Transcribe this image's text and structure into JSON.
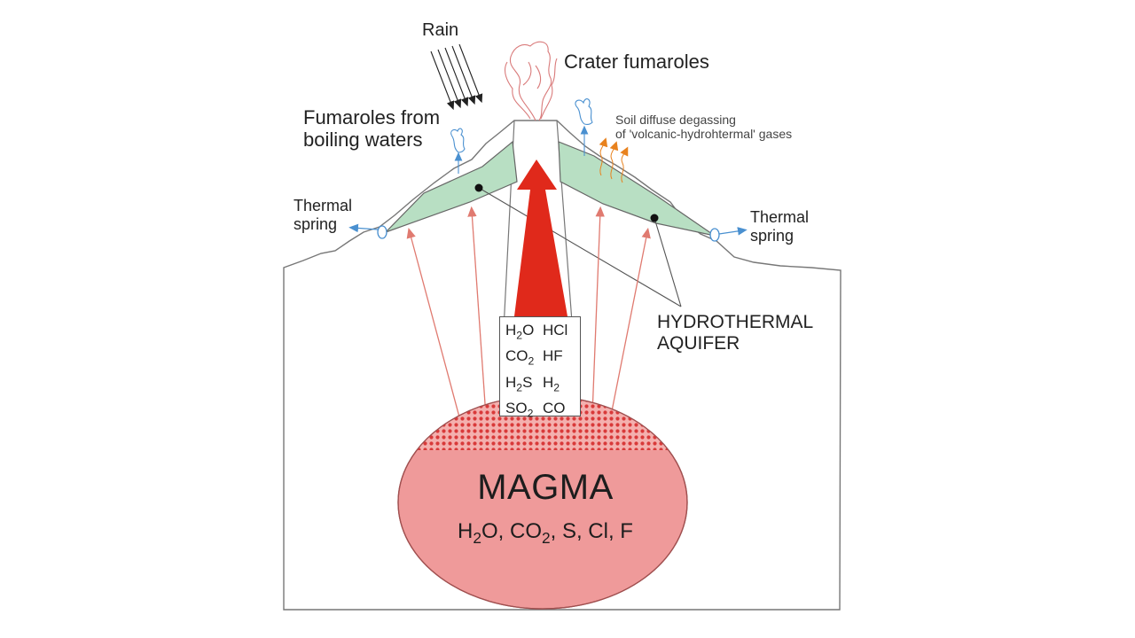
{
  "labels": {
    "rain": "Rain",
    "crater_fumaroles": "Crater fumaroles",
    "fumaroles_boiling_line1": "Fumaroles from",
    "fumaroles_boiling_line2": "boiling waters",
    "soil_degassing_line1": "Soil diffuse degassing",
    "soil_degassing_line2": "of 'volcanic-hydrohtermal' gases",
    "thermal_spring_left_line1": "Thermal",
    "thermal_spring_left_line2": "spring",
    "thermal_spring_right_line1": "Thermal",
    "thermal_spring_right_line2": "spring",
    "aquifer_line1": "HYDROTHERMAL",
    "aquifer_line2": "AQUIFER"
  },
  "gas_box": {
    "rows": [
      [
        {
          "base": "H",
          "sub": "2",
          "tail": "O"
        },
        {
          "base": "HCl",
          "sub": "",
          "tail": ""
        }
      ],
      [
        {
          "base": "CO",
          "sub": "2",
          "tail": ""
        },
        {
          "base": "HF",
          "sub": "",
          "tail": ""
        }
      ],
      [
        {
          "base": "H",
          "sub": "2",
          "tail": "S"
        },
        {
          "base": "H",
          "sub": "2",
          "tail": ""
        }
      ],
      [
        {
          "base": "SO",
          "sub": "2",
          "tail": ""
        },
        {
          "base": "CO",
          "sub": "",
          "tail": ""
        }
      ]
    ]
  },
  "magma": {
    "title": "MAGMA",
    "composition": {
      "parts": [
        {
          "base": "H",
          "sub": "2",
          "tail": "O, "
        },
        {
          "base": "CO",
          "sub": "2",
          "tail": ", S, Cl, F"
        }
      ]
    }
  },
  "colors": {
    "magma_fill": "#ef9a9a",
    "magma_stipple": "#d93a3a",
    "main_arrow": "#e0291b",
    "aquifer_fill": "#b8dfc3",
    "outline": "#777777",
    "gas_path_line": "#e07a70",
    "water_blue": "#4a90d0",
    "soil_gas_orange": "#e8821e",
    "fumarole_plume": "#d97a7a"
  },
  "icons": {
    "rain": "rain-arrows-icon",
    "crater_plume": "plume-icon",
    "boiling_fumarole": "steam-icon",
    "soil_gas": "gas-flux-icon",
    "spring": "spring-outlet-icon"
  }
}
